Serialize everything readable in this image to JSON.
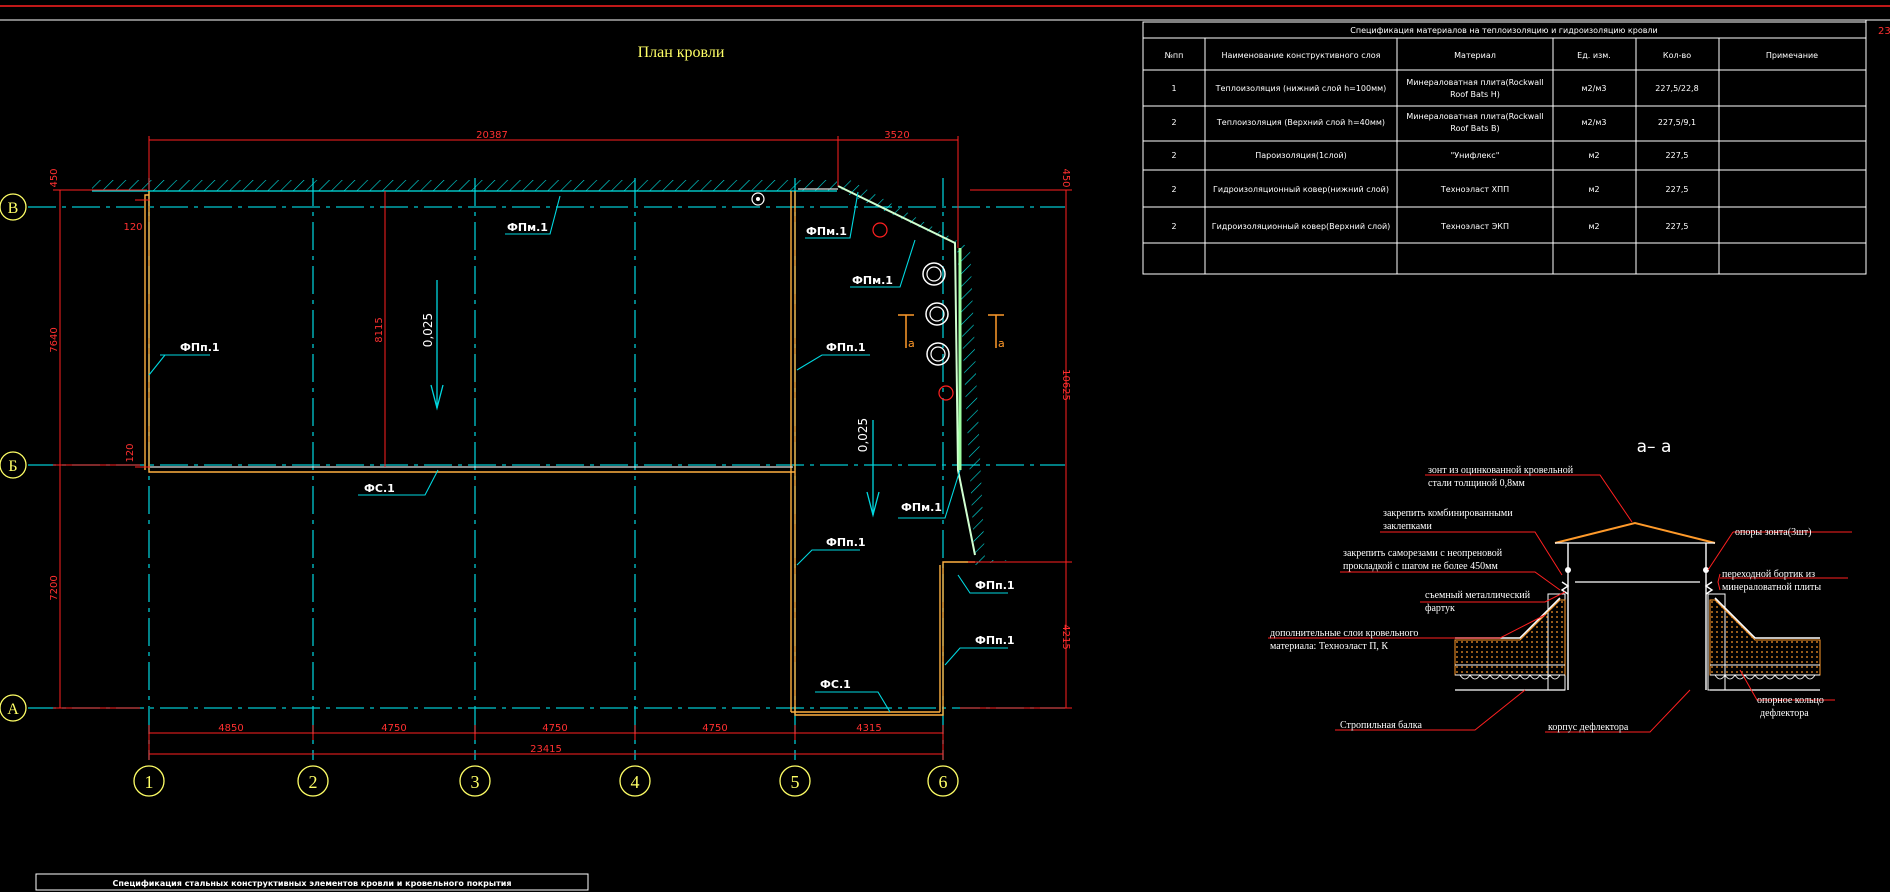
{
  "sheet": {
    "number": "23"
  },
  "plan": {
    "title": "План кровли",
    "axes_rows": [
      "В",
      "Б",
      "А"
    ],
    "axes_cols": [
      "1",
      "2",
      "3",
      "4",
      "5",
      "6"
    ],
    "dims_top": [
      "20387",
      "3520"
    ],
    "dims_bottom": [
      "4850",
      "4750",
      "4750",
      "4750",
      "4315"
    ],
    "dim_total": "23415",
    "dims_left": [
      "7640",
      "7200"
    ],
    "dims_left_small": [
      "450",
      "120",
      "120"
    ],
    "dims_right": [
      "450",
      "10625",
      "4215"
    ],
    "dim_inner": "8115",
    "slopes": [
      "0,025",
      "0,025"
    ],
    "labels": {
      "fpm1": "ФПм.1",
      "fpp1": "ФПп.1",
      "fs1": "ФС.1",
      "section_mark": "а"
    }
  },
  "spec_table": {
    "title": "Спецификация материалов на теплоизоляцию и гидроизоляцию кровли",
    "headers": [
      "№пп",
      "Наименование конструктивного слоя",
      "Материал",
      "Ед. изм.",
      "Кол-во",
      "Примечание"
    ],
    "rows": [
      {
        "n": "1",
        "name": "Теплоизоляция (нижний слой h=100мм)",
        "mat1": "Минераловатная плита(Rockwall",
        "mat2": "Roof Bats H)",
        "unit": "м2/м3",
        "qty": "227,5/22,8",
        "note": ""
      },
      {
        "n": "2",
        "name": "Теплоизоляция (Верхний слой h=40мм)",
        "mat1": "Минераловатная плита(Rockwall",
        "mat2": "Roof Bats B)",
        "unit": "м2/м3",
        "qty": "227,5/9,1",
        "note": ""
      },
      {
        "n": "2",
        "name": "Пароизоляция(1слой)",
        "mat1": "\"Унифлекс\"",
        "mat2": "",
        "unit": "м2",
        "qty": "227,5",
        "note": ""
      },
      {
        "n": "2",
        "name": "Гидроизоляционный ковер(нижний слой)",
        "mat1": "Техноэласт ХПП",
        "mat2": "",
        "unit": "м2",
        "qty": "227,5",
        "note": ""
      },
      {
        "n": "2",
        "name": "Гидроизоляционный ковер(Верхний слой)",
        "mat1": "Техноэласт ЭКП",
        "mat2": "",
        "unit": "м2",
        "qty": "227,5",
        "note": ""
      }
    ]
  },
  "section": {
    "title": "а– а",
    "callouts": {
      "zont_1": "зонт из оцинкованной кровельной",
      "zont_2": "стали толщиной 0,8мм",
      "zakr1_1": "закрепить комбинированными",
      "zakr1_2": "заклепками",
      "zakr2_1": "закрепить саморезами с неопреновой",
      "zakr2_2": "прокладкой с шагом не более 450мм",
      "fartuk_1": "съемный металлический",
      "fartuk_2": "фартук",
      "dop_1": "дополнительные слои кровельного",
      "dop_2": "материала: Техноэласт П, К",
      "balka": "Стропильная балка",
      "korpus": "корпус дефлектора",
      "opory": "опоры зонта(3шт)",
      "bortik_1": "переходной бортик из",
      "bortik_2": "минераловатной плиты",
      "koltso_1": "опорное кольцо",
      "koltso_2": "дефлектора"
    }
  },
  "steel_spec": {
    "title": "Спецификация стальных конструктивных элементов кровли и кровельного покрытия"
  }
}
